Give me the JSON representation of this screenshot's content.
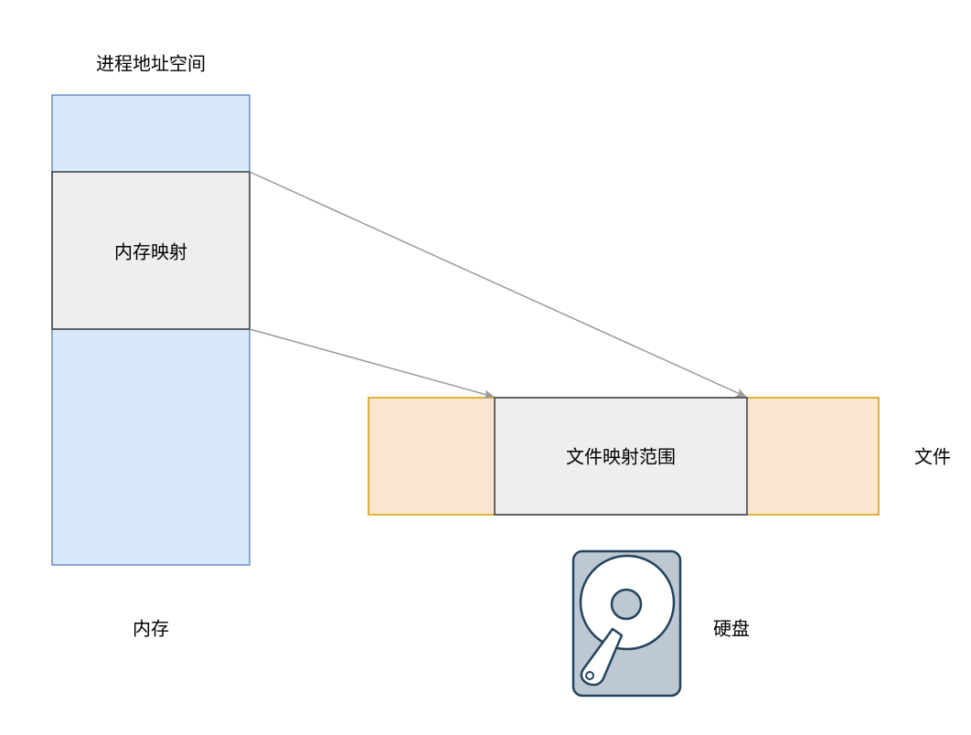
{
  "labels": {
    "address_space": "进程地址空间",
    "memory_mapping": "内存映射",
    "file_mapping_range": "文件映射范围",
    "file": "文件",
    "memory": "内存",
    "disk": "硬盘"
  },
  "colors": {
    "memory_fill": "#dae8fc",
    "memory_stroke": "#6c8ebf",
    "mapped_fill": "#eeeeee",
    "mapped_stroke": "#36393d",
    "file_fill": "#fae6d0",
    "file_stroke": "#d79b00",
    "arrow": "#999999",
    "disk_fill": "#bec8d2",
    "disk_stroke": "#23445d"
  },
  "icons": {
    "disk": "hard-disk-icon"
  }
}
